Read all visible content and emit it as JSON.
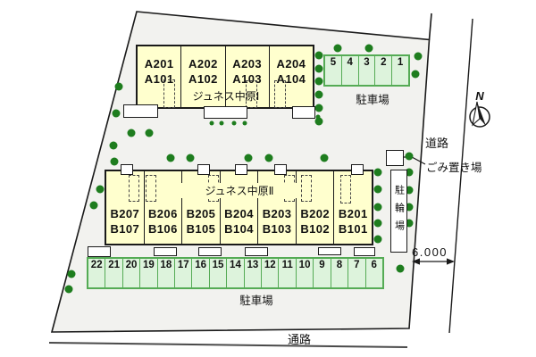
{
  "site": {
    "buildings": [
      {
        "name": "ジュネス中原Ⅰ",
        "units": [
          {
            "upper": "A201",
            "lower": "A101"
          },
          {
            "upper": "A202",
            "lower": "A102"
          },
          {
            "upper": "A203",
            "lower": "A103"
          },
          {
            "upper": "A204",
            "lower": "A104"
          }
        ]
      },
      {
        "name": "ジュネス中原Ⅱ",
        "units": [
          {
            "upper": "B207",
            "lower": "B107"
          },
          {
            "upper": "B206",
            "lower": "B106"
          },
          {
            "upper": "B205",
            "lower": "B105"
          },
          {
            "upper": "B204",
            "lower": "B104"
          },
          {
            "upper": "B203",
            "lower": "B103"
          },
          {
            "upper": "B202",
            "lower": "B102"
          },
          {
            "upper": "B201",
            "lower": "B101"
          }
        ]
      }
    ],
    "parking_top": {
      "label": "駐車場",
      "stalls": [
        "5",
        "4",
        "3",
        "2",
        "1"
      ]
    },
    "parking_bottom": {
      "label": "駐車場",
      "stalls": [
        "22",
        "21",
        "20",
        "19",
        "18",
        "17",
        "16",
        "15",
        "14",
        "13",
        "12",
        "11",
        "10",
        "9",
        "8",
        "7",
        "6"
      ]
    },
    "bicycle_parking_label": "駐輪場",
    "garbage_label": "ごみ置き場",
    "road_right_label": "道路",
    "road_bottom_label": "通路",
    "road_width_dimension": "6.000",
    "compass_label": "N"
  },
  "colors": {
    "boundary_line": "#1a1a1a",
    "site_fill": "#f2f2ef",
    "building_fill": "#ffffce",
    "parking_fill": "#ddf3dc",
    "parking_border": "#55ab55",
    "tree_dot": "#1e7d1e"
  },
  "landscape": {
    "trees_big": [
      [
        133,
        97
      ],
      [
        130,
        127
      ],
      [
        147,
        149
      ],
      [
        167,
        149
      ],
      [
        127,
        163
      ],
      [
        128,
        181
      ],
      [
        112,
        212
      ],
      [
        105,
        230
      ],
      [
        80,
        307
      ],
      [
        77,
        324
      ],
      [
        191,
        177
      ],
      [
        213,
        177
      ],
      [
        278,
        177
      ],
      [
        301,
        177
      ],
      [
        363,
        177
      ],
      [
        357,
        62
      ],
      [
        357,
        77
      ],
      [
        357,
        91
      ],
      [
        357,
        106
      ],
      [
        357,
        121
      ],
      [
        357,
        136
      ],
      [
        378,
        54
      ],
      [
        413,
        54
      ],
      [
        468,
        63
      ],
      [
        465,
        83
      ],
      [
        423,
        193
      ],
      [
        423,
        212
      ],
      [
        423,
        232
      ],
      [
        423,
        250
      ],
      [
        423,
        268
      ],
      [
        458,
        175
      ],
      [
        458,
        193
      ],
      [
        458,
        213
      ],
      [
        458,
        232
      ],
      [
        458,
        250
      ],
      [
        448,
        301
      ]
    ],
    "trees_small": [
      [
        237,
        138
      ],
      [
        248,
        138
      ],
      [
        262,
        138
      ],
      [
        274,
        138
      ],
      [
        356,
        131
      ]
    ]
  }
}
